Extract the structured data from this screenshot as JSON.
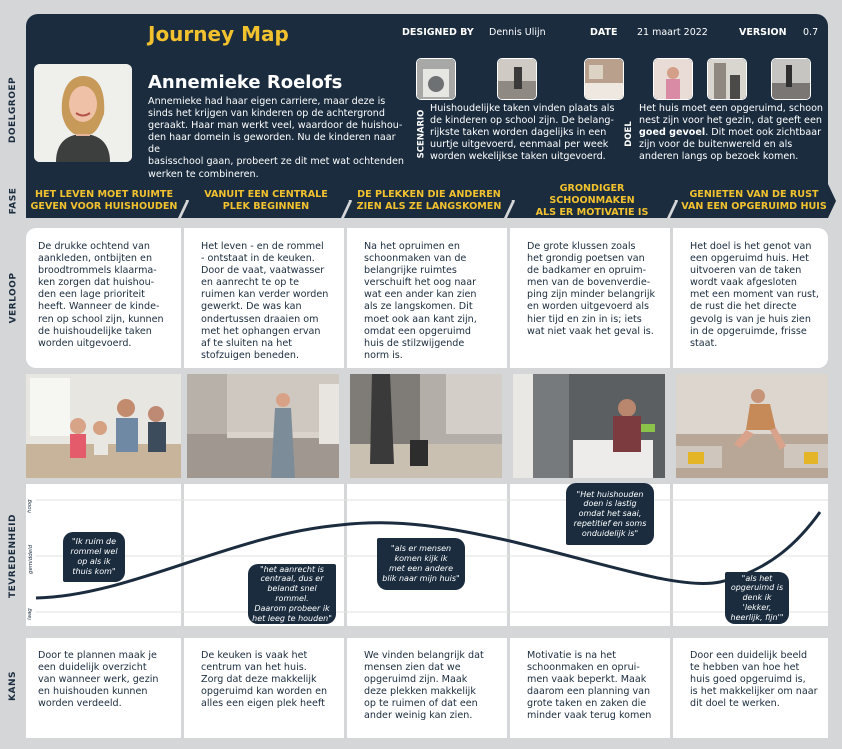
{
  "title": "Journey Map",
  "meta": {
    "designed_by_label": "DESIGNED BY",
    "designed_by": "Dennis Ulijn",
    "date_label": "DATE",
    "date": "21 maart 2022",
    "version_label": "VERSION",
    "version": "0.7"
  },
  "side_labels": {
    "doelgroep": "DOELGROEP",
    "fase": "FASE",
    "verloop": "VERLOOP",
    "tevredenheid": "TEVREDENHEID",
    "kans": "KANS"
  },
  "persona": {
    "name": "Annemieke Roelofs",
    "description_lines": [
      "Annemieke had haar eigen carriere, maar deze is",
      "sinds het krijgen van kinderen op de achtergrond",
      "geraakt. Haar man werkt veel, waardoor de huishou-",
      "den haar domein is geworden. Nu de kinderen naar de",
      "basisschool gaan, probeert ze dit met wat ochtenden",
      "werken te combineren."
    ]
  },
  "scenario": {
    "label": "SCENARIO",
    "lines": [
      "Huishoudelijke taken vinden plaats als",
      "de kinderen op school zijn. De belang-",
      "rijkste taken worden dagelijks in een",
      "uurtje uitgevoerd, eenmaal per week",
      "worden wekelijkse taken uitgevoerd."
    ]
  },
  "goal": {
    "label": "DOEL",
    "line1": "Het huis moet een opgeruimd, schoon",
    "line2": "nest zijn voor het gezin, dat geeft een",
    "line3_bold": "goed gevoel",
    "line3_rest": ". Dit moet ook zichtbaar",
    "line4": "zijn voor de buitenwereld en als",
    "line5": "anderen langs op bezoek komen."
  },
  "thumb_icons": [
    "washing-machine-photo",
    "kitchen-photo",
    "bedroom-photo",
    "cleaning-woman-photo",
    "hallway-photo",
    "living-room-photo"
  ],
  "phases": [
    {
      "lines": [
        "HET LEVEN MOET RUIMTE",
        "GEVEN VOOR HUISHOUDEN"
      ]
    },
    {
      "lines": [
        "VANUIT EEN CENTRALE",
        "PLEK BEGINNEN"
      ]
    },
    {
      "lines": [
        "DE PLEKKEN DIE ANDEREN",
        "ZIEN ALS ZE LANGSKOMEN"
      ]
    },
    {
      "lines": [
        "GRONDIGER SCHOONMAKEN",
        "ALS ER MOTIVATIE IS"
      ]
    },
    {
      "lines": [
        "GENIETEN VAN DE RUST",
        "VAN EEN OPGERUIMD HUIS"
      ]
    }
  ],
  "verloop": [
    [
      "De drukke ochtend van",
      "aankleden, ontbijten en",
      "broodtrommels klaarma-",
      "ken zorgen dat huishou-",
      "den een lage prioriteit",
      "heeft. Wanneer de kinde-",
      "ren op school zijn, kunnen",
      "de huishoudelijke taken",
      "worden uitgevoerd."
    ],
    [
      "Het leven - en de rommel",
      "- ontstaat in de keuken.",
      "Door de vaat, vaatwasser",
      "en aanrecht te op te",
      "ruimen kan verder worden",
      "gewerkt. De was kan",
      "ondertussen draaien om",
      "met het ophangen ervan",
      "af te sluiten na het",
      "stofzuigen beneden."
    ],
    [
      "Na het opruimen en",
      "schoonmaken van de",
      "belangrijke ruimtes",
      "verschuift het oog naar",
      "wat een ander kan zien",
      "als ze langskomen. Dit",
      "moet ook aan kant zijn,",
      "omdat een opgeruimd",
      "huis de stilzwijgende",
      "norm is."
    ],
    [
      "De grote klussen zoals",
      "het grondig poetsen van",
      "de badkamer en opruim-",
      "men van de bovenverdie-",
      "ping zijn minder belangrijk",
      "en worden uitgevoerd als",
      "hier tijd en zin in is; iets",
      "wat niet vaak het geval is."
    ],
    [
      "Het doel is het genot van",
      "een opgeruimd huis. Het",
      "uitvoeren van de taken",
      "wordt vaak afgesloten",
      "met een moment van rust,",
      "de rust die het directe",
      "gevolg is van je huis zien",
      "in de opgeruimde, frisse",
      "staat."
    ]
  ],
  "photos": [
    "family-breakfast-photo",
    "kitchen-woman-photo",
    "vacuuming-photo",
    "bathroom-cleaning-photo",
    "jumping-woman-photo"
  ],
  "satisfaction": {
    "axis": {
      "high": "hoog",
      "mid": "gemiddeld",
      "low": "laag"
    },
    "quotes": [
      {
        "lines": [
          "\"Ik ruim de",
          "rommel wel",
          "op als ik",
          "thuis kom\""
        ]
      },
      {
        "lines": [
          "\"het aanrecht is",
          "centraal, dus er",
          "belandt snel rommel.",
          "Daarom probeer ik",
          "het leeg te houden\""
        ]
      },
      {
        "lines": [
          "\"als er mensen",
          "komen kijk ik",
          "met een andere",
          "blik naar mijn huis\""
        ]
      },
      {
        "lines": [
          "\"Het huishouden",
          "doen is lastig",
          "omdat het saai,",
          "repetitief en soms",
          "onduidelijk is\""
        ]
      },
      {
        "lines": [
          "\"als het",
          "opgeruimd is",
          "denk ik 'lekker,",
          "heerlijk, fijn'\""
        ]
      }
    ]
  },
  "kans": [
    [
      "Door te plannen maak je",
      "een duidelijk overzicht",
      "van wanneer werk, gezin",
      "en huishouden kunnen",
      "worden verdeeld."
    ],
    [
      "De keuken is vaak het",
      "centrum van het huis.",
      "Zorg dat deze makkelijk",
      "opgeruimd kan worden en",
      "alles een eigen plek heeft"
    ],
    [
      "We vinden belangrijk dat",
      "mensen zien dat we",
      "opgeruimd zijn. Maak",
      "deze plekken makkelijk",
      "op te ruimen of dat een",
      "ander weinig kan zien."
    ],
    [
      "Motivatie is na het",
      "schoonmaken en oprui-",
      "men vaak beperkt. Maak",
      "daarom een planning van",
      "grote taken en zaken die",
      "minder vaak terug komen"
    ],
    [
      "Door een duidelijk beeld",
      "te hebben van hoe het",
      "huis goed opgeruimd is,",
      "is het makkelijker om naar",
      "dit doel te werken."
    ]
  ]
}
